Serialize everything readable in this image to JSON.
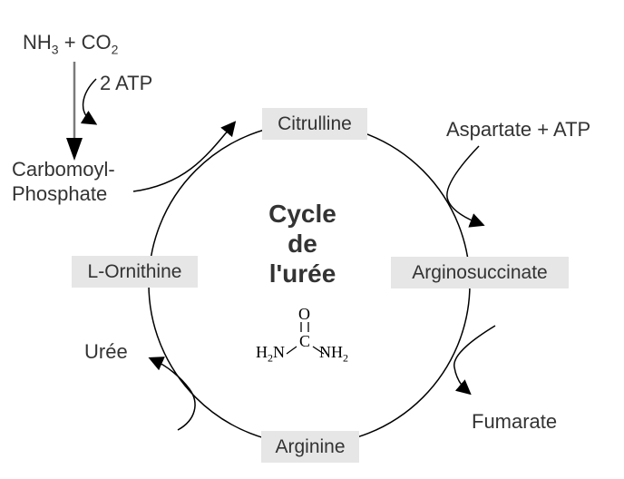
{
  "diagram": {
    "title_lines": "Cycle\nde\nl'urée",
    "nodes": {
      "citrulline": "Citrulline",
      "arginosuccinate": "Arginosuccinate",
      "arginine": "Arginine",
      "l_ornithine": "L-Ornithine"
    },
    "inputs": {
      "ammonia_formula": {
        "base1": "NH",
        "sub1": "3",
        "base2": " + CO",
        "sub2": "2"
      },
      "atp": "2 ATP",
      "carbamoyl_line1": "Carbomoyl-",
      "carbamoyl_line2": "Phosphate",
      "aspartate_atp": "Aspartate + ATP"
    },
    "outputs": {
      "urea": "Urée",
      "fumarate": "Fumarate"
    },
    "urea_molecule": {
      "o": "O",
      "c": "C",
      "h2n_h": "H",
      "h2n_sub": "2",
      "h2n_n": "N",
      "nh2_nh": "NH",
      "nh2_sub": "2"
    },
    "colors": {
      "node_bg": "#e6e6e6",
      "text": "#333333",
      "line": "#000000",
      "vertical_arrow": "#7a7a7a",
      "background": "#ffffff"
    }
  }
}
